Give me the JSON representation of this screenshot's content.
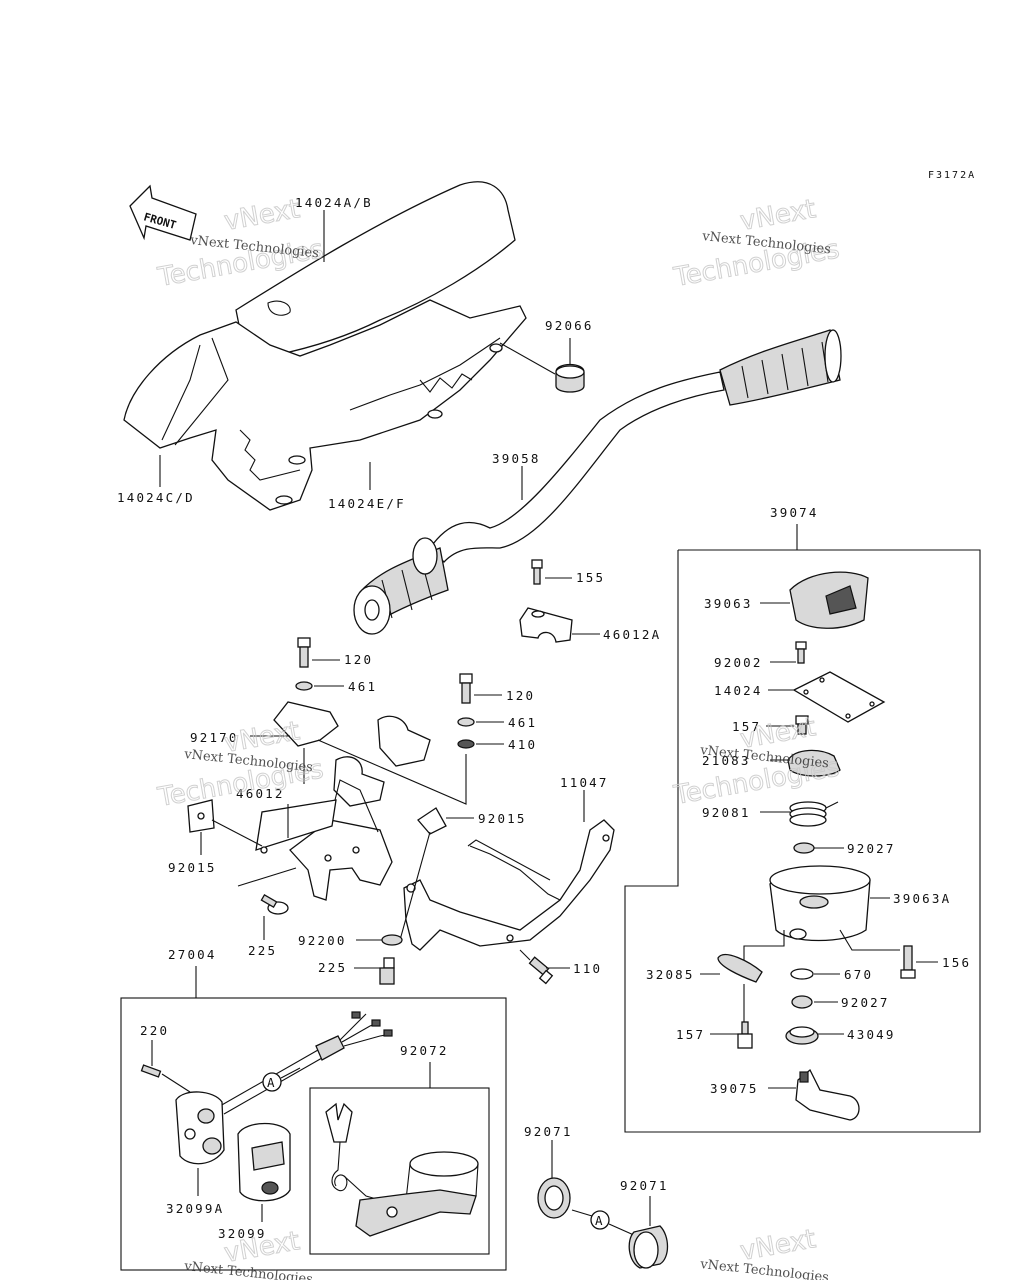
{
  "figure_code": "F3172A",
  "front_label": "FRONT",
  "watermark": {
    "line1": "vNext",
    "line2": "Technologies",
    "small": "vNext Technologies"
  },
  "labels": {
    "p14024ab": "14024A/B",
    "p14024cd": "14024C/D",
    "p14024ef": "14024E/F",
    "p92066": "92066",
    "p39058": "39058",
    "p39074": "39074",
    "p155": "155",
    "p46012a": "46012A",
    "p120a": "120",
    "p461a": "461",
    "p120b": "120",
    "p461b": "461",
    "p410": "410",
    "p92170": "92170",
    "p46012": "46012",
    "p92015a": "92015",
    "p92015b": "92015",
    "p11047": "11047",
    "p225a": "225",
    "p92200": "92200",
    "p225b": "225",
    "p110": "110",
    "p39063": "39063",
    "p92002": "92002",
    "p14024": "14024",
    "p157a": "157",
    "p21083": "21083",
    "p92081": "92081",
    "p92027a": "92027",
    "p39063a": "39063A",
    "p156": "156",
    "p32085": "32085",
    "p670": "670",
    "p92027b": "92027",
    "p157b": "157",
    "p43049": "43049",
    "p39075": "39075",
    "p27004": "27004",
    "p220": "220",
    "p92072": "92072",
    "p32099a": "32099A",
    "p32099": "32099",
    "p92071a": "92071",
    "p92071b": "92071",
    "ref_a1": "A",
    "ref_a2": "A"
  }
}
